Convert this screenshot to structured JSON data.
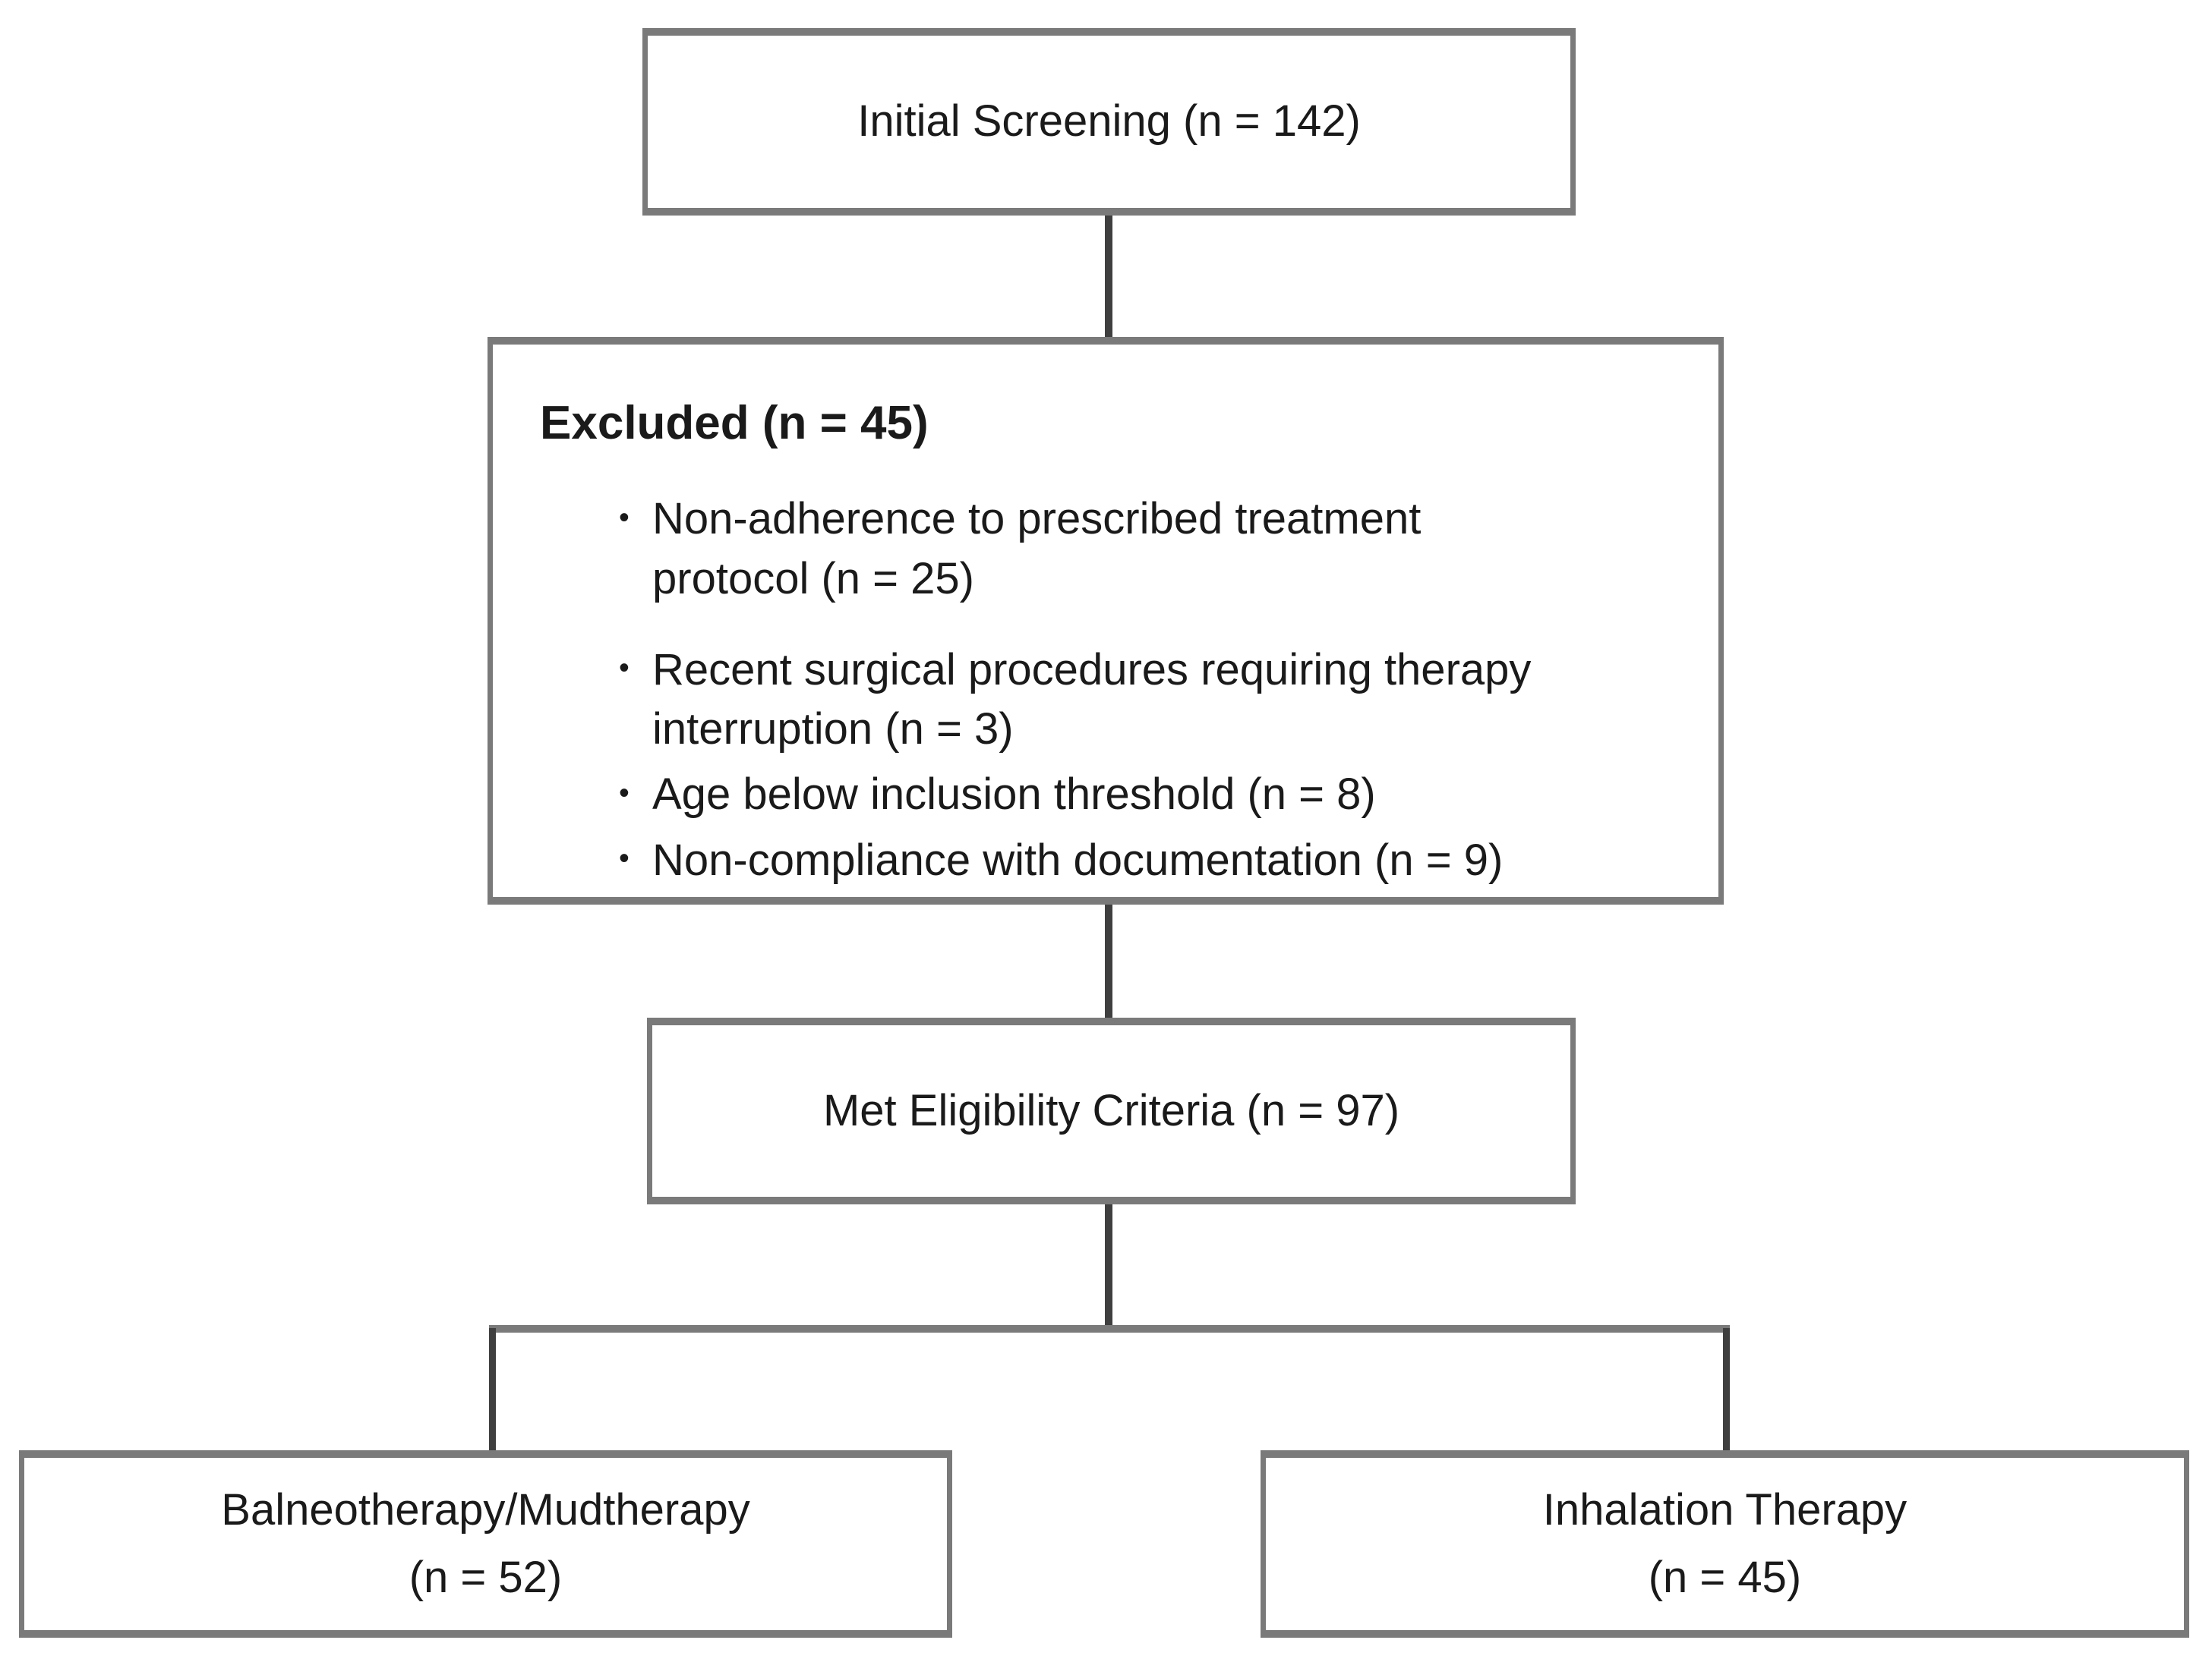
{
  "diagram": {
    "initial": {
      "label": "Initial Screening (n = 142)"
    },
    "exclusion": {
      "heading": "Excluded (n = 45)",
      "items": [
        "Non-adherence to prescribed treatment protocol (n = 25)",
        "Recent surgical procedures requiring therapy interruption (n = 3)",
        "Age below inclusion threshold (n = 8)",
        "Non-compliance with documentation (n = 9)"
      ]
    },
    "eligibility": {
      "label": "Met Eligibility Criteria (n = 97)"
    },
    "arms": [
      {
        "line1": "Balneotherapy/Mudtherapy",
        "line2": "(n = 52)"
      },
      {
        "line1": "Inhalation Therapy",
        "line2": "(n = 45)"
      }
    ],
    "colors": {
      "box_border": "#7a7a7a",
      "connector": "#3f3f3f",
      "text": "#1a1a1a",
      "background": "#ffffff"
    }
  }
}
